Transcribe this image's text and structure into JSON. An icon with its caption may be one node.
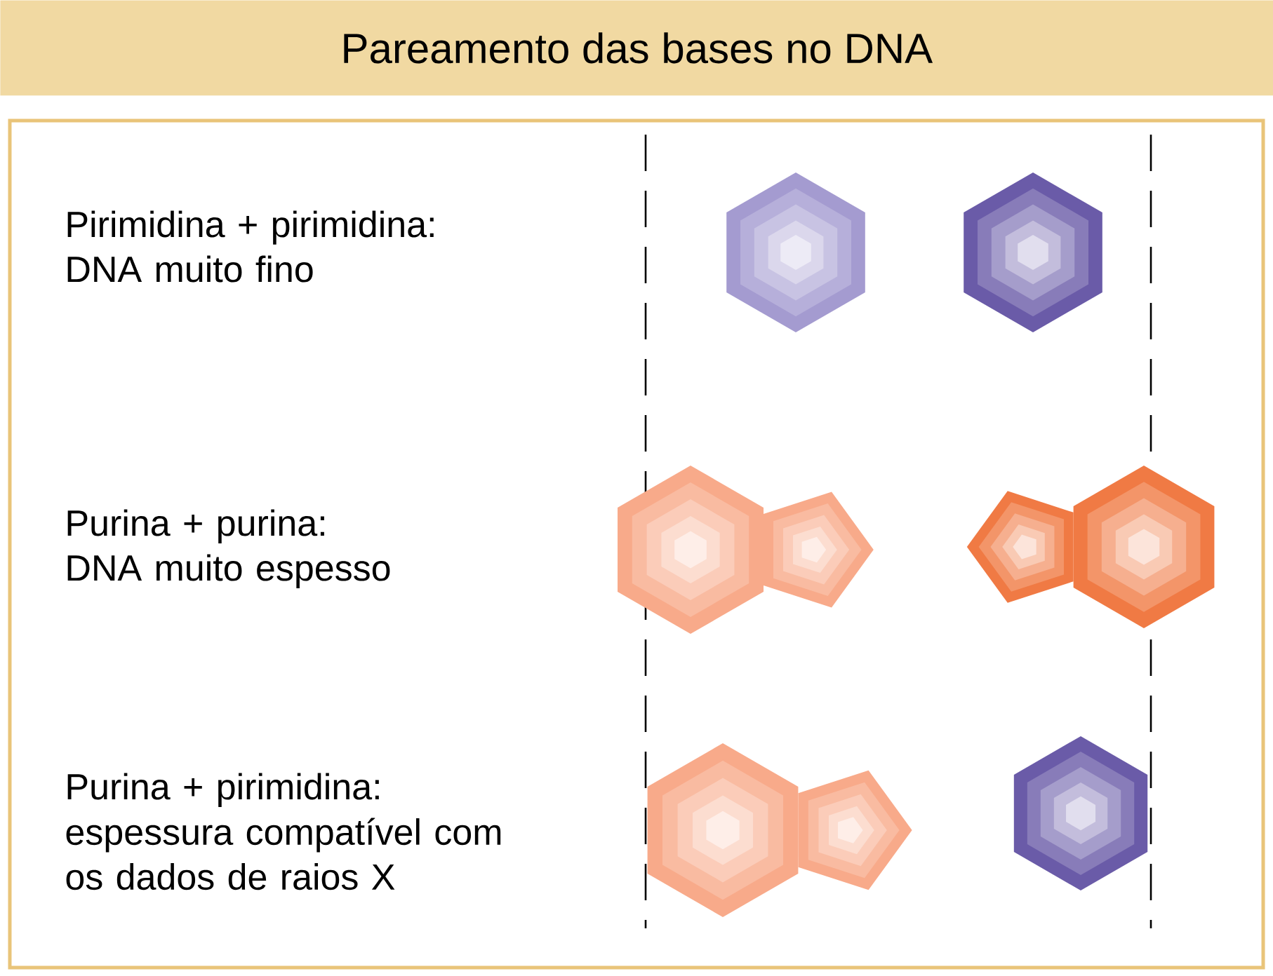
{
  "diagram": {
    "title": "Pareamento das bases no DNA",
    "labels": [
      "Pirimidina + pirimidina:",
      "DNA muito fino",
      "Purina + purina:",
      "DNA muito espesso",
      "Purina + pirimidina:",
      "espessura compatível com os dados de raios X"
    ]
  }
}
